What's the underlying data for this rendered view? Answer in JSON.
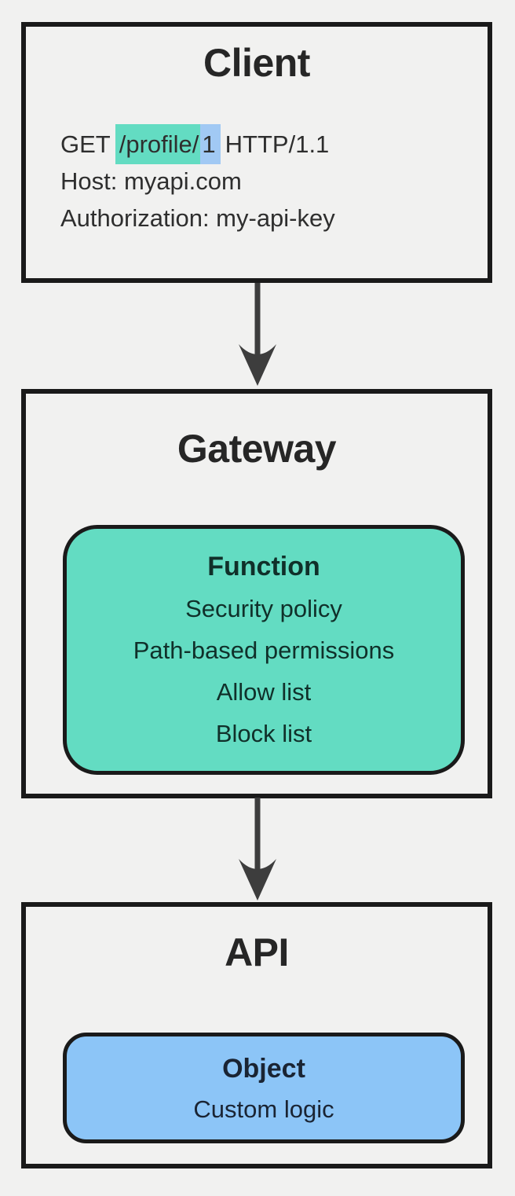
{
  "diagram": {
    "colors": {
      "background": "#f1f1f0",
      "box_border": "#1a1a1a",
      "title_text": "#262626",
      "body_text": "#2e2e2e",
      "arrow": "#3d3d3d",
      "path_highlight": "#63dcc2",
      "id_highlight": "#a1c9f4",
      "function_fill": "#63dcc2",
      "function_text": "#10302a",
      "object_fill": "#8cc5f7",
      "object_text": "#1a2433"
    },
    "client": {
      "title": "Client",
      "request": {
        "method": "GET",
        "path": "/profile/",
        "resource_id": "1",
        "protocol": "HTTP/1.1",
        "host": "Host: myapi.com",
        "authorization": "Authorization: my-api-key"
      }
    },
    "gateway": {
      "title": "Gateway",
      "function_box": {
        "title": "Function",
        "items": [
          "Security policy",
          "Path-based permissions",
          "Allow list",
          "Block list"
        ]
      }
    },
    "api": {
      "title": "API",
      "object_box": {
        "title": "Object",
        "items": [
          "Custom logic"
        ]
      }
    }
  }
}
